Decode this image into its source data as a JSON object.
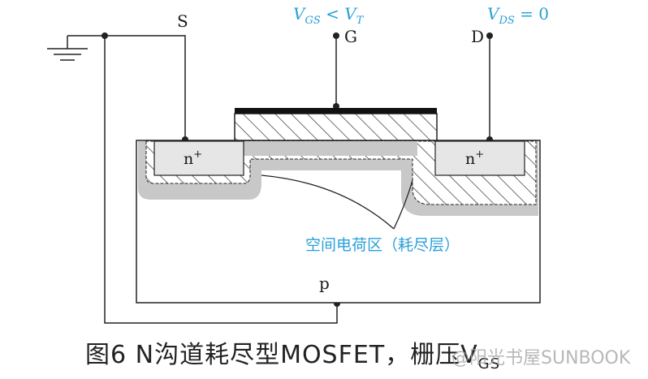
{
  "terminals": {
    "source": "S",
    "gate": "G",
    "drain": "D",
    "body": "p"
  },
  "regions": {
    "n_left": "n",
    "n_right": "n",
    "plus": "+"
  },
  "annotations": {
    "vgs_main": "V",
    "vgs_sub": "GS",
    "vgs_op": " < ",
    "vt_main": "V",
    "vt_sub": "T",
    "vds_main": "V",
    "vds_sub": "DS",
    "vds_eq": " = 0",
    "depletion_label": "空间电荷区（耗尽层）"
  },
  "caption": {
    "text": "图6 N沟道耗尽型MOSFET，栅压V",
    "sub": "GS"
  },
  "watermark": "@阳光书屋SUNBOOK",
  "colors": {
    "accent_blue": "#2aa0d8",
    "depletion_gray": "#c8c8c8",
    "n_region": "#e6e6e6"
  }
}
